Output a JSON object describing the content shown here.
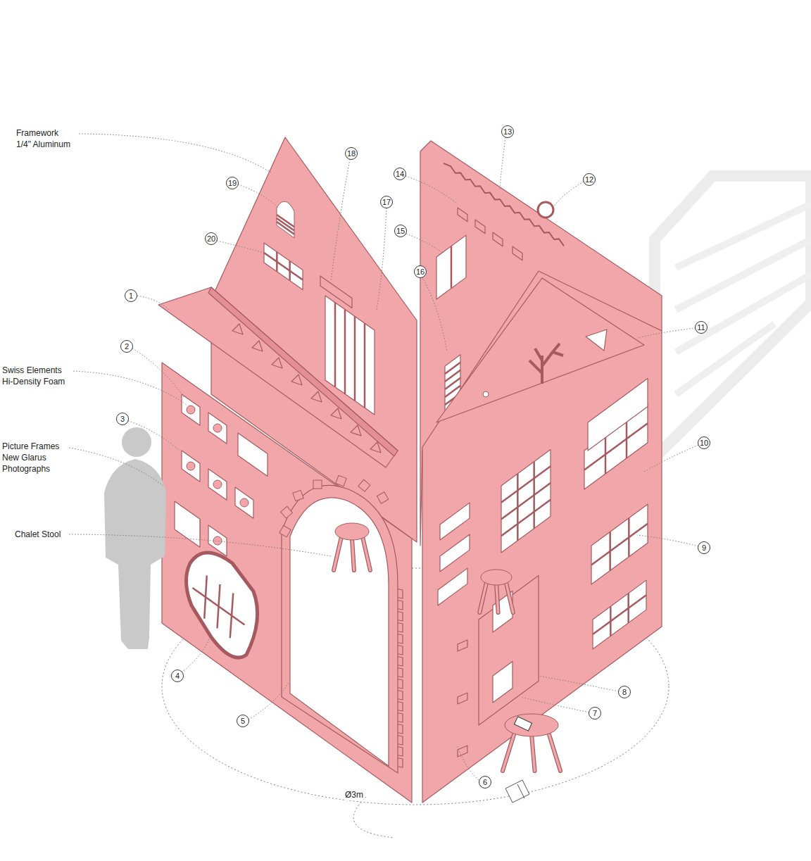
{
  "diagram": {
    "labels": [
      "Framework 1/4\" Aluminum",
      "Swiss Elements Hi-Density Foam",
      "Picture Frames New Glarus Photographs",
      "Chalet Stool",
      "1",
      "2",
      "3",
      "4",
      "5",
      "6",
      "7",
      "8",
      "9",
      "10",
      "11",
      "12",
      "13",
      "14",
      "15",
      "16",
      "17",
      "18",
      "19",
      "20",
      "Ø3m"
    ]
  }
}
